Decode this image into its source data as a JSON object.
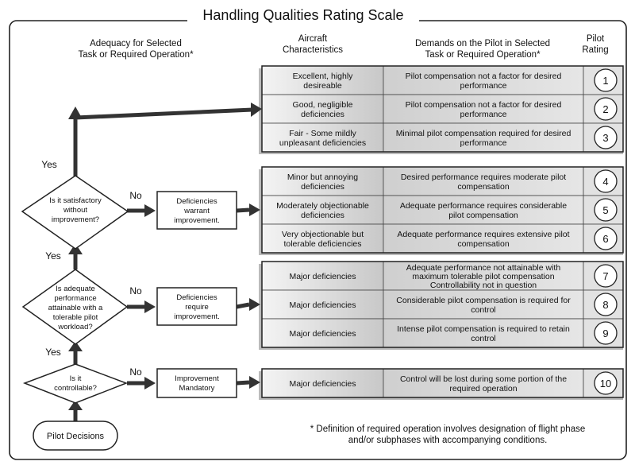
{
  "title": "Handling Qualities Rating Scale",
  "headers": {
    "adequacy": [
      "Adequacy for Selected",
      "Task or Required  Operation*"
    ],
    "aircraft": [
      "Aircraft",
      "Characteristics"
    ],
    "demands": [
      "Demands on the Pilot in Selected",
      "Task or Required Operation*"
    ],
    "rating": [
      "Pilot",
      "Rating"
    ]
  },
  "decisions": [
    {
      "question": [
        "Is it satisfactory",
        "without",
        "improvement?"
      ],
      "yes_label": "Yes",
      "no_label": "No",
      "result": [
        "Deficiencies",
        "warrant",
        "improvement."
      ]
    },
    {
      "question": [
        "Is adequate",
        "performance",
        "attainable with a",
        "tolerable pilot",
        "workload?"
      ],
      "yes_label": "Yes",
      "no_label": "No",
      "result": [
        "Deficiencies",
        "require",
        "improvement."
      ]
    },
    {
      "question": [
        "Is it",
        "controllable?"
      ],
      "yes_label": "Yes",
      "no_label": "No",
      "result": [
        "Improvement",
        "Mandatory"
      ]
    }
  ],
  "start_label": "Pilot Decisions",
  "ratings": [
    {
      "characteristics": [
        "Excellent, highly",
        "desireable"
      ],
      "demands": [
        "Pilot compensation not a factor for desired",
        "performance"
      ],
      "rating": "1"
    },
    {
      "characteristics": [
        "Good, negligible",
        "deficiencies"
      ],
      "demands": [
        "Pilot compensation not a factor for desired",
        "performance"
      ],
      "rating": "2"
    },
    {
      "characteristics": [
        "Fair - Some mildly",
        "unpleasant deficiencies"
      ],
      "demands": [
        "Minimal pilot compensation required for desired",
        "performance"
      ],
      "rating": "3"
    },
    {
      "characteristics": [
        "Minor but annoying",
        "deficiencies"
      ],
      "demands": [
        "Desired performance requires moderate pilot",
        "compensation"
      ],
      "rating": "4"
    },
    {
      "characteristics": [
        "Moderately objectionable",
        "deficiencies"
      ],
      "demands": [
        "Adequate performance requires considerable",
        "pilot compensation"
      ],
      "rating": "5"
    },
    {
      "characteristics": [
        "Very objectionable but",
        "tolerable deficiencies"
      ],
      "demands": [
        "Adequate performance requires extensive pilot",
        "compensation"
      ],
      "rating": "6"
    },
    {
      "characteristics": [
        "Major deficiencies"
      ],
      "demands": [
        "Adequate performance not attainable with",
        "maximum tolerable pilot compensation",
        "Controllability not in question"
      ],
      "rating": "7"
    },
    {
      "characteristics": [
        "Major deficiencies"
      ],
      "demands": [
        "Considerable pilot compensation is required for",
        "control"
      ],
      "rating": "8"
    },
    {
      "characteristics": [
        "Major deficiencies"
      ],
      "demands": [
        "Intense pilot compensation is required to retain",
        "control"
      ],
      "rating": "9"
    },
    {
      "characteristics": [
        "Major deficiencies"
      ],
      "demands": [
        "Control will be lost during some portion of the",
        "required operation"
      ],
      "rating": "10"
    }
  ],
  "footnote": [
    "* Definition of required operation involves designation of flight phase",
    "and/or subphases with accompanying conditions."
  ]
}
